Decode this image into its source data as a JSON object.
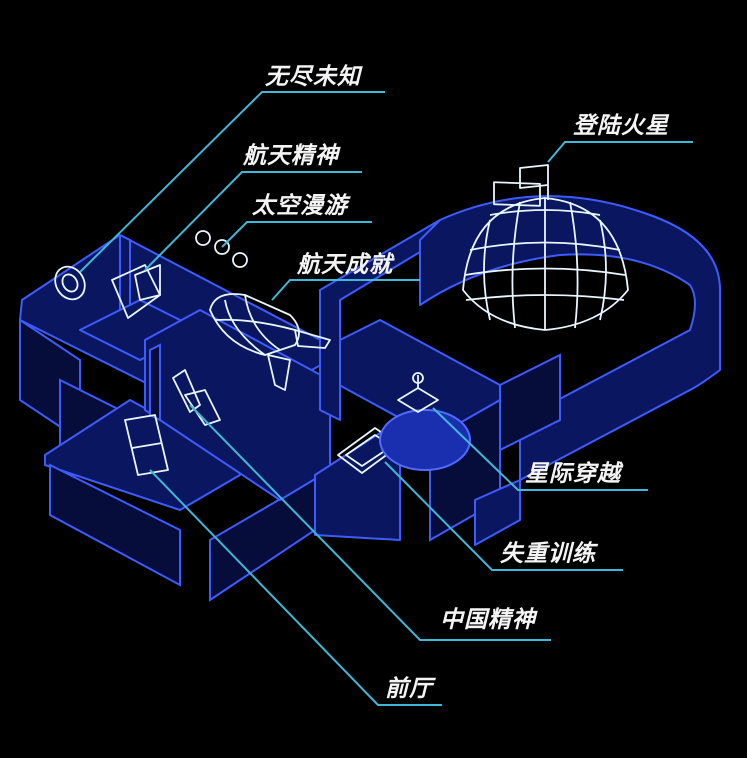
{
  "zones": [
    {
      "id": "endless-unknown",
      "label": "无尽未知"
    },
    {
      "id": "aerospace-spirit",
      "label": "航天精神"
    },
    {
      "id": "space-roaming",
      "label": "太空漫游"
    },
    {
      "id": "aerospace-achievement",
      "label": "航天成就"
    },
    {
      "id": "mars-landing",
      "label": "登陆火星"
    },
    {
      "id": "interstellar",
      "label": "星际穿越"
    },
    {
      "id": "weightless-training",
      "label": "失重训练"
    },
    {
      "id": "china-spirit",
      "label": "中国精神"
    },
    {
      "id": "lobby",
      "label": "前厅"
    }
  ],
  "colors": {
    "background": "#000000",
    "wall": "#3d5cff",
    "leader": "#3fb7d6",
    "label": "#f4f4f4"
  }
}
